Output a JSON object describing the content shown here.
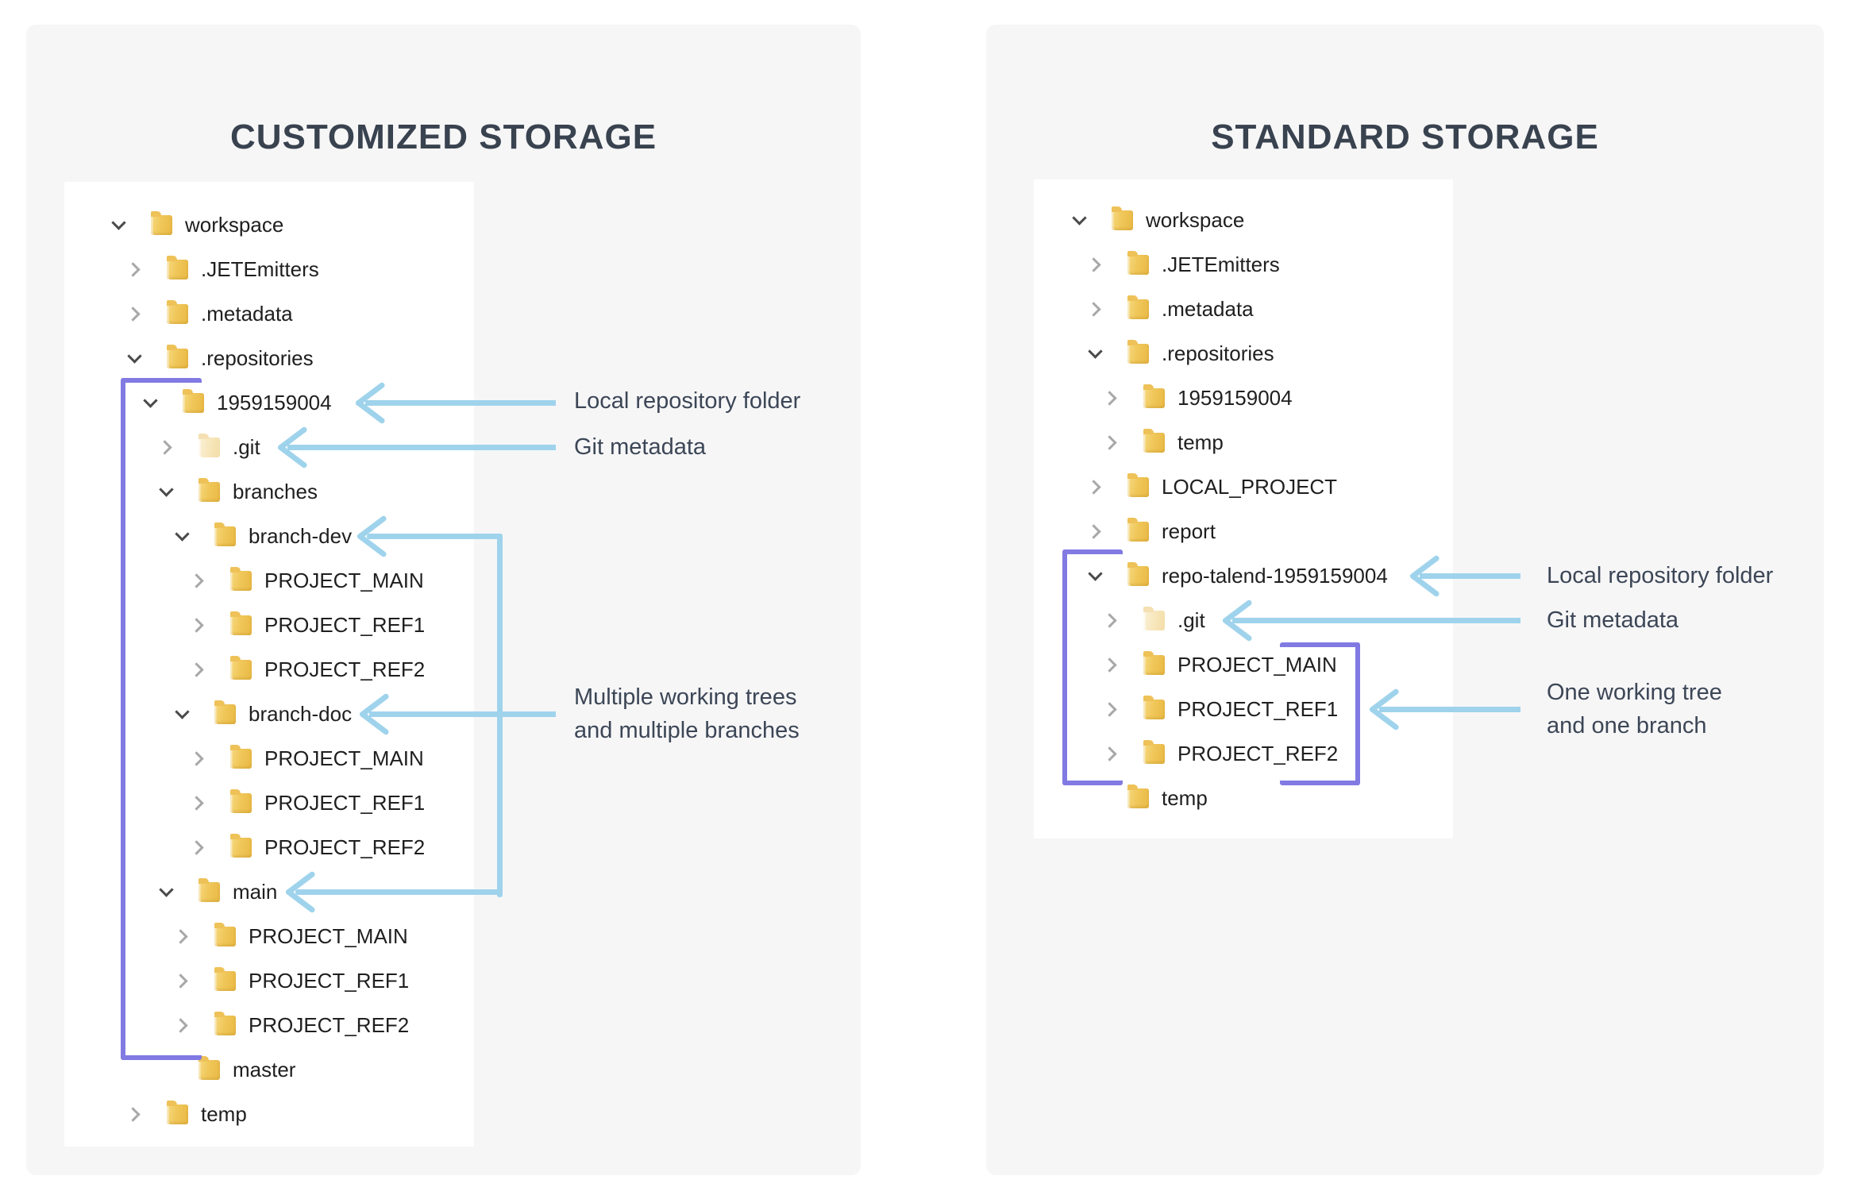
{
  "colors": {
    "page_bg": "#ffffff",
    "panel_bg": "#f6f6f7",
    "tree_bg": "#ffffff",
    "accent_purple": "#817ae2",
    "accent_blue": "#9fd3ec",
    "title_text": "#39424f",
    "annotation_text": "#3c4656",
    "folder_yellow": "#f0c75a"
  },
  "panels": [
    {
      "title": "CUSTOMIZED STORAGE",
      "tree": {
        "rows": [
          {
            "label": "workspace",
            "level": 0,
            "state": "expanded"
          },
          {
            "label": ".JETEmitters",
            "level": 1,
            "state": "collapsed"
          },
          {
            "label": ".metadata",
            "level": 1,
            "state": "collapsed"
          },
          {
            "label": ".repositories",
            "level": 1,
            "state": "expanded"
          },
          {
            "label": "1959159004",
            "level": 2,
            "state": "expanded"
          },
          {
            "label": ".git",
            "level": 3,
            "state": "collapsed",
            "dim": true
          },
          {
            "label": "branches",
            "level": 3,
            "state": "expanded"
          },
          {
            "label": "branch-dev",
            "level": 4,
            "state": "expanded"
          },
          {
            "label": "PROJECT_MAIN",
            "level": 5,
            "state": "collapsed"
          },
          {
            "label": "PROJECT_REF1",
            "level": 5,
            "state": "collapsed"
          },
          {
            "label": "PROJECT_REF2",
            "level": 5,
            "state": "collapsed"
          },
          {
            "label": "branch-doc",
            "level": 4,
            "state": "expanded"
          },
          {
            "label": "PROJECT_MAIN",
            "level": 5,
            "state": "collapsed"
          },
          {
            "label": "PROJECT_REF1",
            "level": 5,
            "state": "collapsed"
          },
          {
            "label": "PROJECT_REF2",
            "level": 5,
            "state": "collapsed"
          },
          {
            "label": "main",
            "level": 3,
            "state": "expanded"
          },
          {
            "label": "PROJECT_MAIN",
            "level": 4,
            "state": "collapsed"
          },
          {
            "label": "PROJECT_REF1",
            "level": 4,
            "state": "collapsed"
          },
          {
            "label": "PROJECT_REF2",
            "level": 4,
            "state": "collapsed"
          },
          {
            "label": "master",
            "level": 3,
            "state": "none"
          },
          {
            "label": "temp",
            "level": 1,
            "state": "collapsed"
          }
        ]
      },
      "annotations": [
        {
          "text": "Local repository folder"
        },
        {
          "text": "Git metadata"
        },
        {
          "text": "Multiple working trees\nand multiple branches"
        }
      ]
    },
    {
      "title": "STANDARD STORAGE",
      "tree": {
        "rows": [
          {
            "label": "workspace",
            "level": 0,
            "state": "expanded"
          },
          {
            "label": ".JETEmitters",
            "level": 1,
            "state": "collapsed"
          },
          {
            "label": ".metadata",
            "level": 1,
            "state": "collapsed"
          },
          {
            "label": ".repositories",
            "level": 1,
            "state": "expanded"
          },
          {
            "label": "1959159004",
            "level": 2,
            "state": "collapsed"
          },
          {
            "label": "temp",
            "level": 2,
            "state": "collapsed"
          },
          {
            "label": "LOCAL_PROJECT",
            "level": 1,
            "state": "collapsed"
          },
          {
            "label": "report",
            "level": 1,
            "state": "collapsed"
          },
          {
            "label": "repo-talend-1959159004",
            "level": 1,
            "state": "expanded"
          },
          {
            "label": ".git",
            "level": 2,
            "state": "collapsed",
            "dim": true
          },
          {
            "label": "PROJECT_MAIN",
            "level": 2,
            "state": "collapsed"
          },
          {
            "label": "PROJECT_REF1",
            "level": 2,
            "state": "collapsed"
          },
          {
            "label": "PROJECT_REF2",
            "level": 2,
            "state": "collapsed"
          },
          {
            "label": "temp",
            "level": 1,
            "state": "none"
          }
        ]
      },
      "annotations": [
        {
          "text": "Local repository folder"
        },
        {
          "text": "Git metadata"
        },
        {
          "text": "One working tree\nand one branch"
        }
      ]
    }
  ]
}
